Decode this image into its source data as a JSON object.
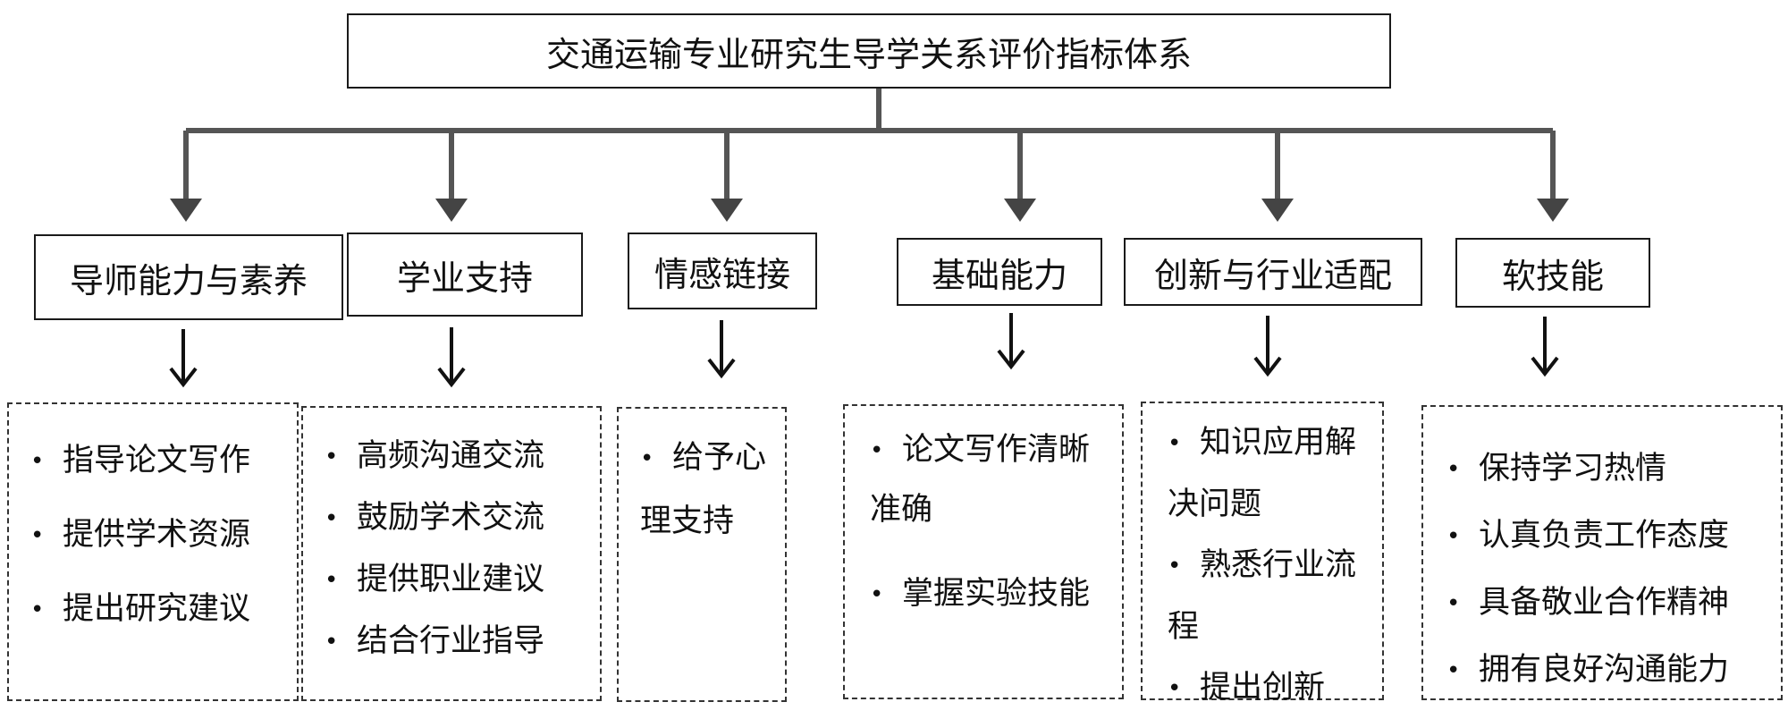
{
  "title": "交通运输专业研究生导学关系评价指标体系",
  "bullet_glyph": "•",
  "categories": [
    {
      "label": "导师能力与素养",
      "items": [
        "指导论文写作",
        "提供学术资源",
        "提出研究建议"
      ]
    },
    {
      "label": "学业支持",
      "items": [
        "高频沟通交流",
        "鼓励学术交流",
        "提供职业建议",
        "结合行业指导"
      ]
    },
    {
      "label": "情感链接",
      "items": [
        "给予心理支持"
      ]
    },
    {
      "label": "基础能力",
      "items": [
        "论文写作清晰准确",
        "掌握实验技能"
      ]
    },
    {
      "label": "创新与行业适配",
      "items": [
        "知识应用解决问题",
        "熟悉行业流程",
        "提出创新"
      ]
    },
    {
      "label": "软技能",
      "items": [
        "保持学习热情",
        "认真负责工作态度",
        "具备敬业合作精神",
        "拥有良好沟通能力"
      ]
    }
  ]
}
